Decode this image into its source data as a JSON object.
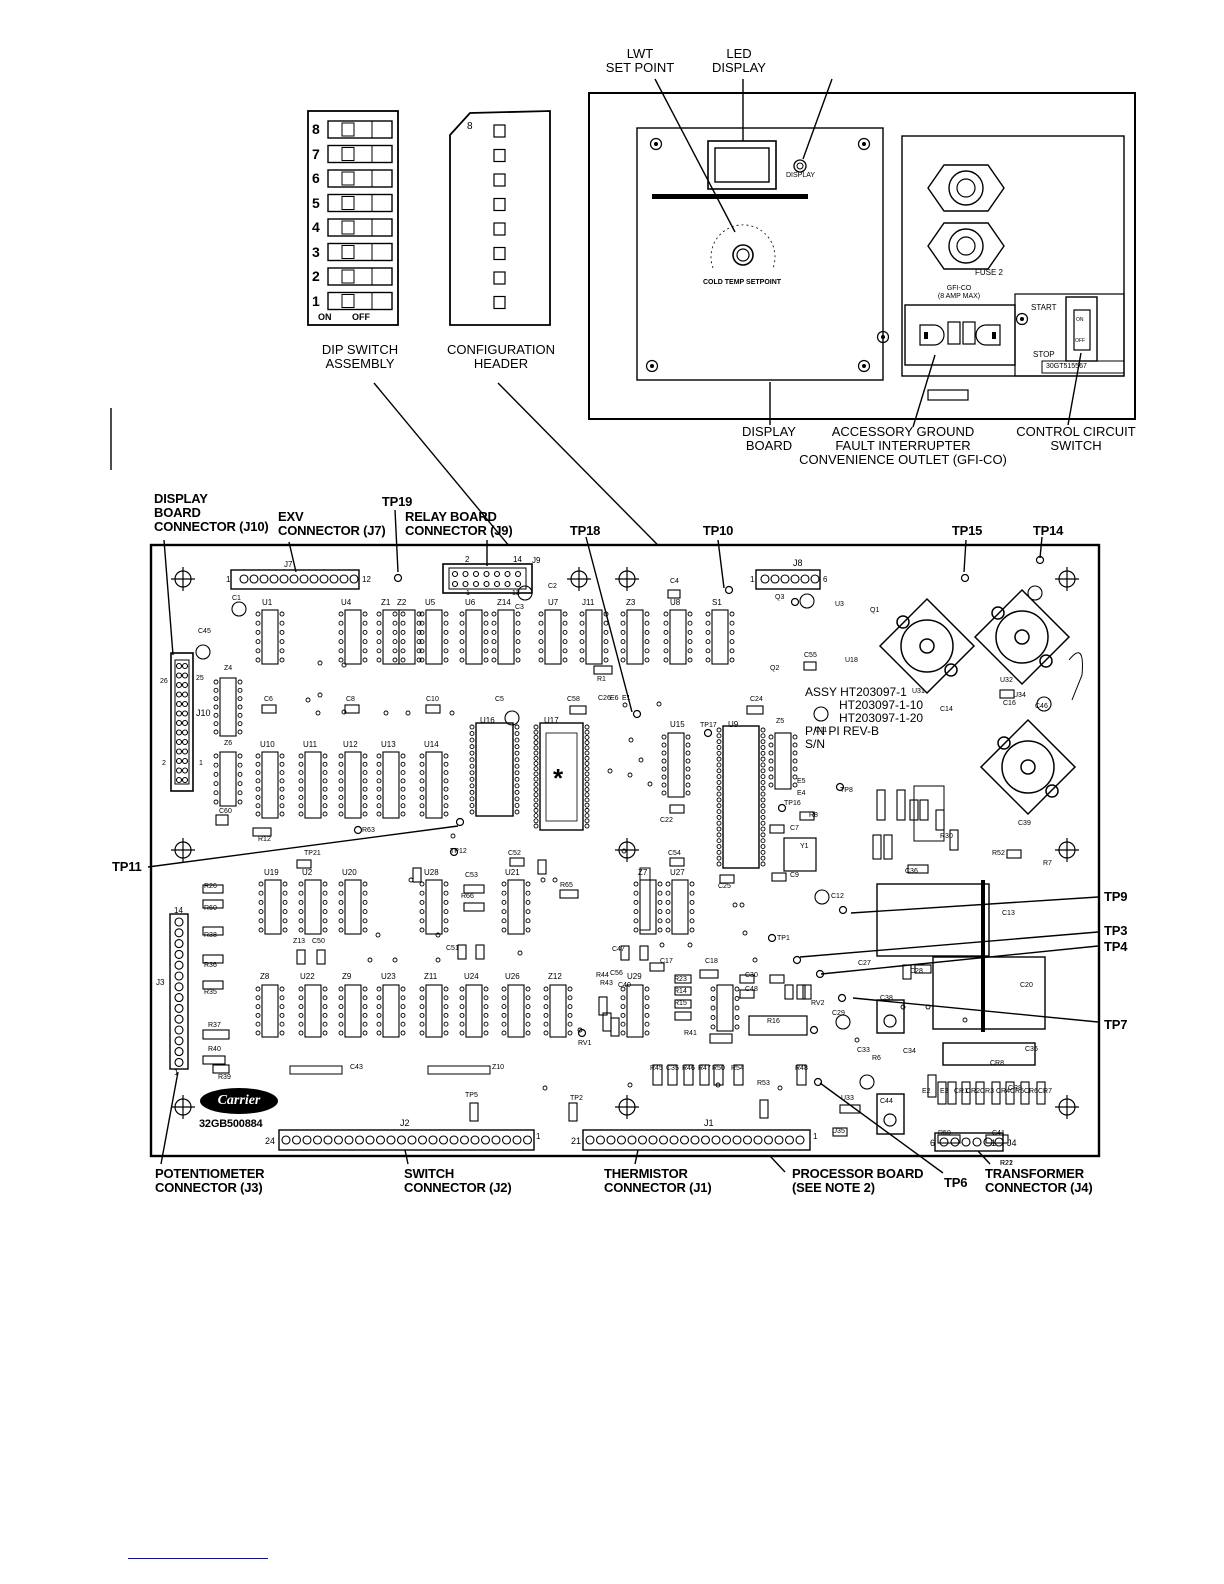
{
  "top_labels": {
    "lwt_set_point": [
      "LWT",
      "SET POINT"
    ],
    "led_display": [
      "LED",
      "DISPLAY"
    ],
    "dip_switch_assembly": [
      "DIP SWITCH",
      "ASSEMBLY"
    ],
    "configuration_header": [
      "CONFIGURATION",
      "HEADER"
    ],
    "display_board": [
      "DISPLAY",
      "BOARD"
    ],
    "accessory_gfi": [
      "ACCESSORY GROUND",
      "FAULT INTERRUPTER",
      "CONVENIENCE OUTLET (GFI-CO)"
    ],
    "control_circuit_switch": [
      "CONTROL CIRCUIT",
      "SWITCH"
    ]
  },
  "panel_text": {
    "display_button": "DISPLAY",
    "dial_caption": "COLD  TEMP  SETPOINT",
    "fuse": "FUSE 2",
    "gfi_co": "GFI-CO",
    "amp_max": "(8 AMP MAX)",
    "start": "START",
    "stop": "STOP",
    "on": "ON",
    "off": "OFF",
    "part_no": "30GT515567"
  },
  "dip_switch": {
    "numbers": [
      "8",
      "7",
      "6",
      "5",
      "4",
      "3",
      "2",
      "1"
    ],
    "on_label": "ON",
    "off_label": "OFF"
  },
  "config_header": {
    "number": "8"
  },
  "board_labels": {
    "display_board_connector": [
      "DISPLAY",
      "BOARD",
      "CONNECTOR (J10)"
    ],
    "exv_connector": [
      "EXV",
      "CONNECTOR (J7)"
    ],
    "tp19": "TP19",
    "relay_board_connector": [
      "RELAY BOARD",
      "CONNECTOR (J9)"
    ],
    "tp18": "TP18",
    "tp10": "TP10",
    "tp15": "TP15",
    "tp14": "TP14",
    "tp11": "TP11",
    "tp9": "TP9",
    "tp3": "TP3",
    "tp4": "TP4",
    "tp7": "TP7",
    "tp6": "TP6",
    "potentiometer_connector": [
      "POTENTIOMETER",
      "CONNECTOR (J3)"
    ],
    "switch_connector": [
      "SWITCH",
      "CONNECTOR (J2)"
    ],
    "thermistor_connector": [
      "THERMISTOR",
      "CONNECTOR (J1)"
    ],
    "processor_board": [
      "PROCESSOR BOARD",
      "(SEE NOTE 2)"
    ],
    "transformer_connector": [
      "TRANSFORMER",
      "CONNECTOR (J4)"
    ]
  },
  "assy_text": [
    "ASSY HT203097-1",
    "HT203097-1-10",
    "HT203097-1-20",
    "P/N  PI  REV-B",
    "S/N"
  ],
  "brand": {
    "logo": "Carrier",
    "part_number": "32GB500884"
  },
  "silkscreen": {
    "j7": "J7",
    "j8": "J8",
    "j9": "J9",
    "j10": "J10",
    "j3": "J3",
    "j2": "J2",
    "j1": "J1",
    "j4": "J4",
    "u_top": [
      "U1",
      "U4",
      "Z1",
      "Z2",
      "U5",
      "U6",
      "Z14",
      "U7",
      "J11",
      "Z3",
      "U8",
      "S1"
    ],
    "u_mid": [
      "U10",
      "U11",
      "U12",
      "U13",
      "U14",
      "U16",
      "U17",
      "U15",
      "U9"
    ],
    "u_low": [
      "U19",
      "U2",
      "U20",
      "U28",
      "U21",
      "Z7",
      "U27"
    ],
    "u_bot": [
      "Z8",
      "U22",
      "Z9",
      "U23",
      "Z11",
      "U24",
      "U26",
      "Z12",
      "U29"
    ],
    "misc": [
      "C1",
      "C45",
      "Z4",
      "Z6",
      "C6",
      "C8",
      "C10",
      "C5",
      "C58",
      "C2",
      "C3",
      "C4",
      "R1",
      "Q3",
      "U3",
      "Q1",
      "Q2",
      "U18",
      "C55",
      "U31",
      "U32",
      "U34",
      "C14",
      "C16",
      "C46",
      "C11",
      "C24",
      "Z5",
      "TP17",
      "E5",
      "E4",
      "TP8",
      "TP16",
      "R8",
      "C7",
      "Y1",
      "C9",
      "C25",
      "C22",
      "C54",
      "C60",
      "R12",
      "R63",
      "TP12",
      "TP21",
      "C52",
      "C53",
      "R65",
      "R66",
      "R26",
      "R60",
      "R38",
      "R36",
      "R35",
      "R37",
      "R40",
      "R39",
      "C43",
      "Z10",
      "Z13",
      "C50",
      "C51",
      "C47",
      "C17",
      "C18",
      "R23",
      "R14",
      "R15",
      "R16",
      "C20",
      "C13",
      "C12",
      "C27",
      "C28",
      "C29",
      "C33",
      "C34",
      "C36",
      "C38",
      "C44",
      "U33",
      "U35",
      "R59",
      "C41",
      "RV1",
      "RV2",
      "TP1",
      "TP2",
      "TP5",
      "R45",
      "C35",
      "R46",
      "R47",
      "R50",
      "R54",
      "R53",
      "R48",
      "C36",
      "R52",
      "R30",
      "C39",
      "C26",
      "E6",
      "E1",
      "E2",
      "E3",
      "CR1",
      "CR2",
      "CR3",
      "CR4",
      "CR5",
      "CR6",
      "CR7",
      "CR8",
      "CR9",
      "R6",
      "R7",
      "C40",
      "C56",
      "R44",
      "R43",
      "R41",
      "C30",
      "C48",
      "R21",
      "R22"
    ],
    "j7_pins": [
      "1",
      "12"
    ],
    "j8_pins": [
      "1",
      "6"
    ],
    "j9_pins": [
      "2",
      "14",
      "1",
      "13"
    ],
    "j10_pins": [
      "26",
      "25",
      "2",
      "1"
    ],
    "j3_pins": [
      "14",
      "1"
    ],
    "j2_pins": [
      "24",
      "1"
    ],
    "j1_pins": [
      "21",
      "1"
    ],
    "j4_pins": [
      "6",
      "1"
    ],
    "asterisk": "*"
  }
}
